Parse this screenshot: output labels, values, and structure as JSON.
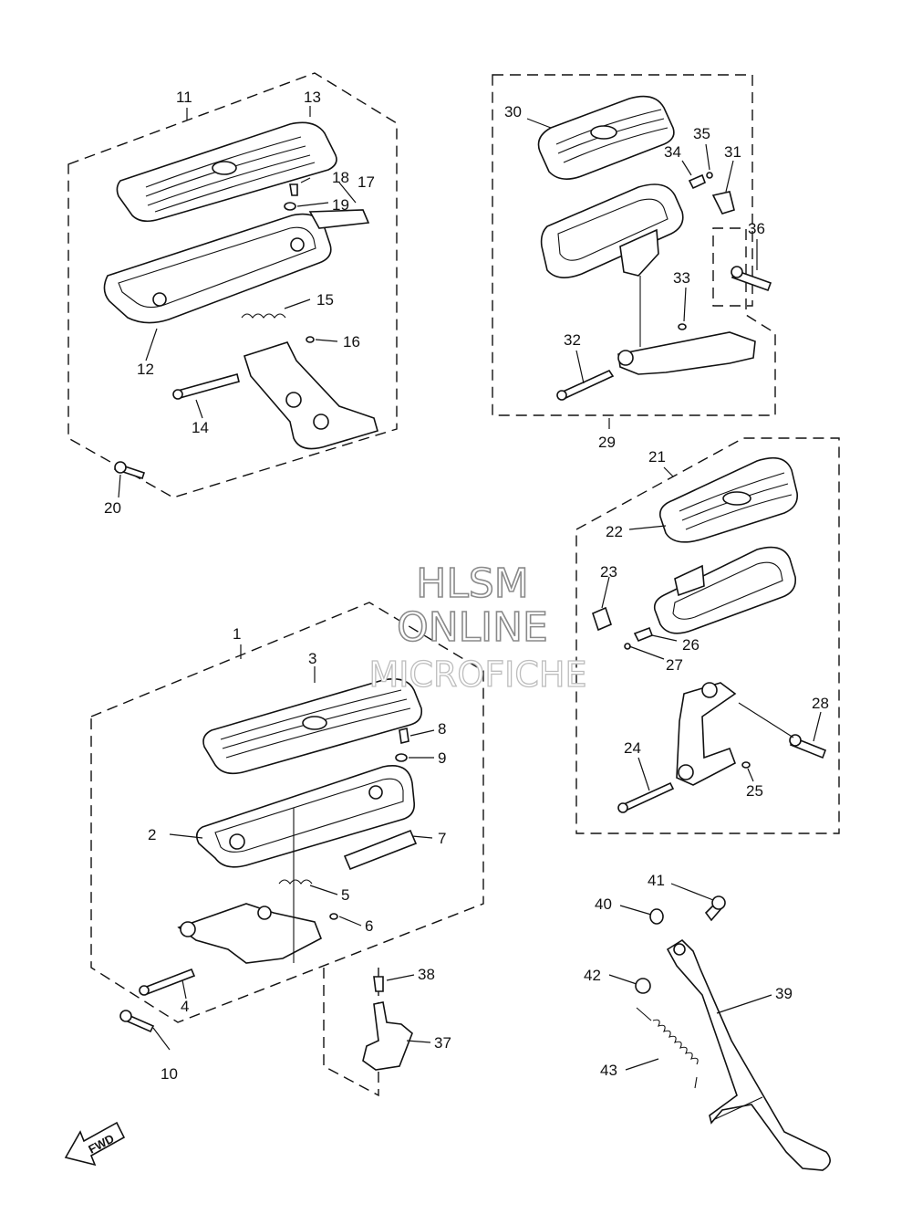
{
  "watermark": {
    "line1": "HLSM",
    "line2": "ONLINE",
    "line3": "MICROFICHE"
  },
  "fwd_label": "FWD",
  "callouts": [
    "1",
    "2",
    "3",
    "4",
    "5",
    "6",
    "7",
    "8",
    "9",
    "10",
    "11",
    "12",
    "13",
    "14",
    "15",
    "16",
    "17",
    "18",
    "19",
    "20",
    "21",
    "22",
    "23",
    "24",
    "25",
    "26",
    "27",
    "28",
    "29",
    "30",
    "31",
    "32",
    "33",
    "34",
    "35",
    "36",
    "37",
    "38",
    "39",
    "40",
    "41",
    "42",
    "43"
  ]
}
